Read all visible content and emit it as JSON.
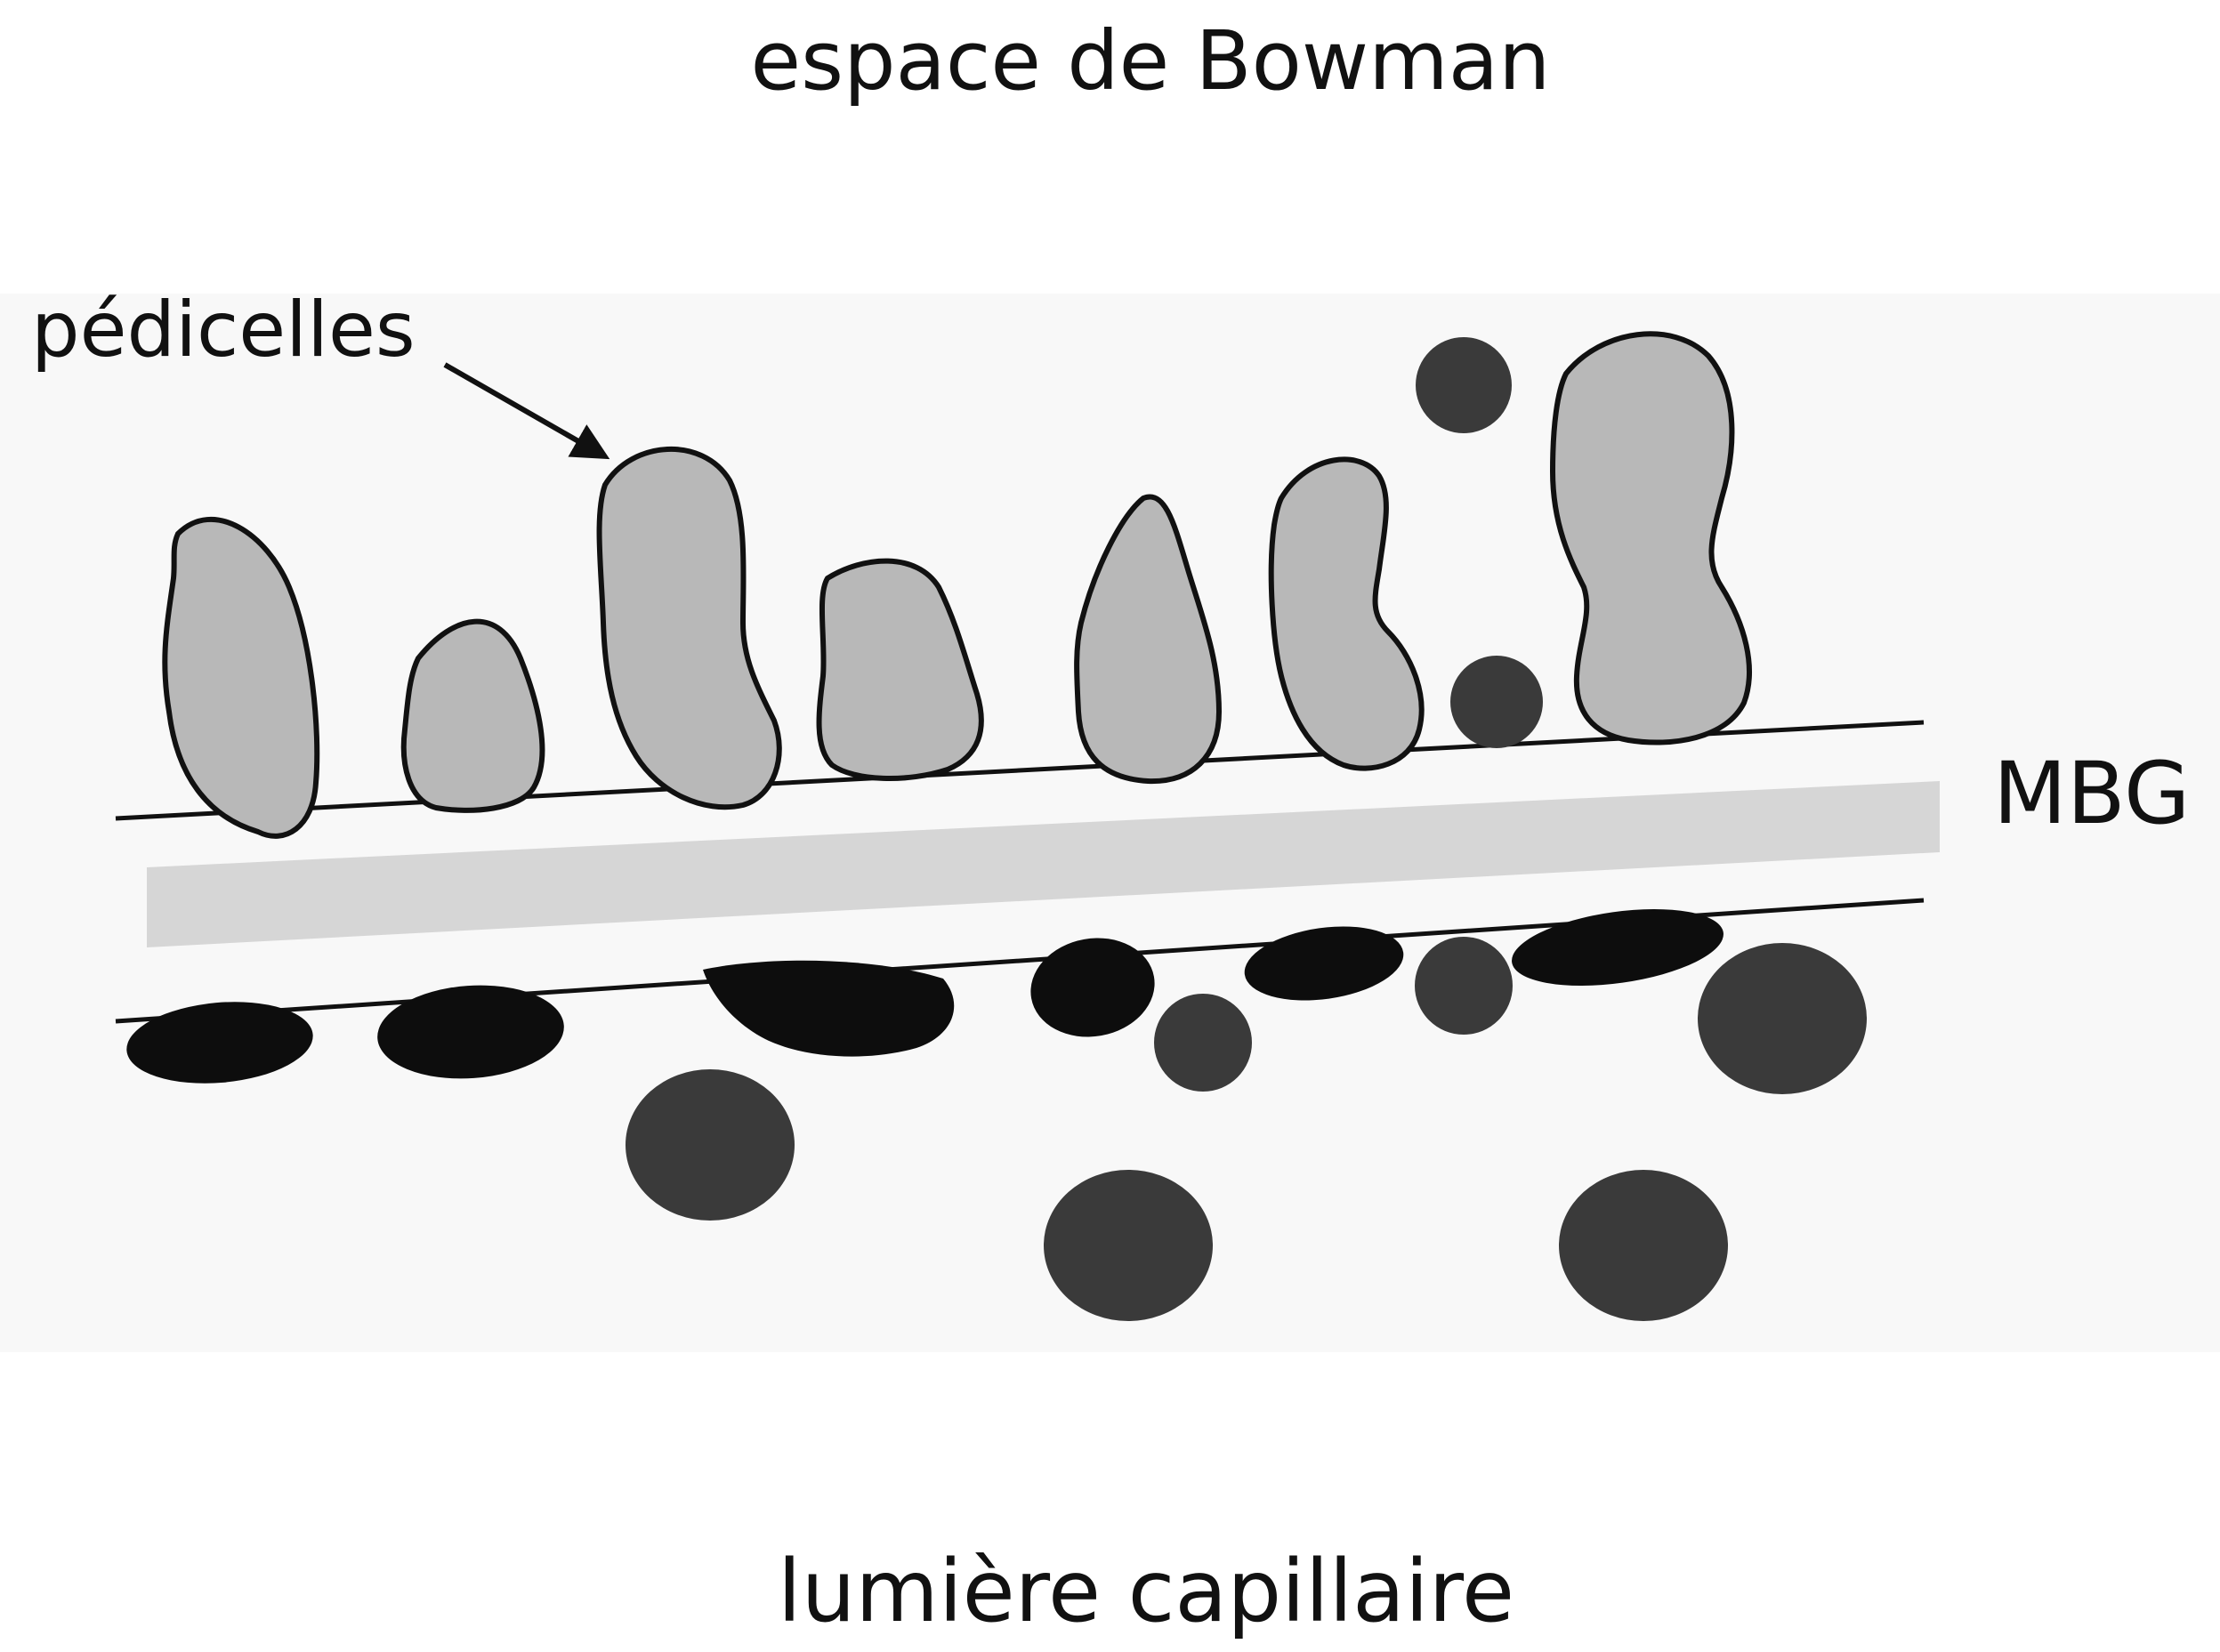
{
  "labels": {
    "top": "espace de Bowman",
    "podocytes": "pédicelles",
    "membrane": "MBG",
    "bottom": "lumière capillaire"
  },
  "colors": {
    "podocyte_fill": "#b8b8b8",
    "membrane_band": "#d6d6d6",
    "particle": "#3a3a3a",
    "endothelium": "#0d0d0d",
    "outline": "#111111",
    "background": "#ffffff",
    "panel": "#f8f8f8"
  }
}
